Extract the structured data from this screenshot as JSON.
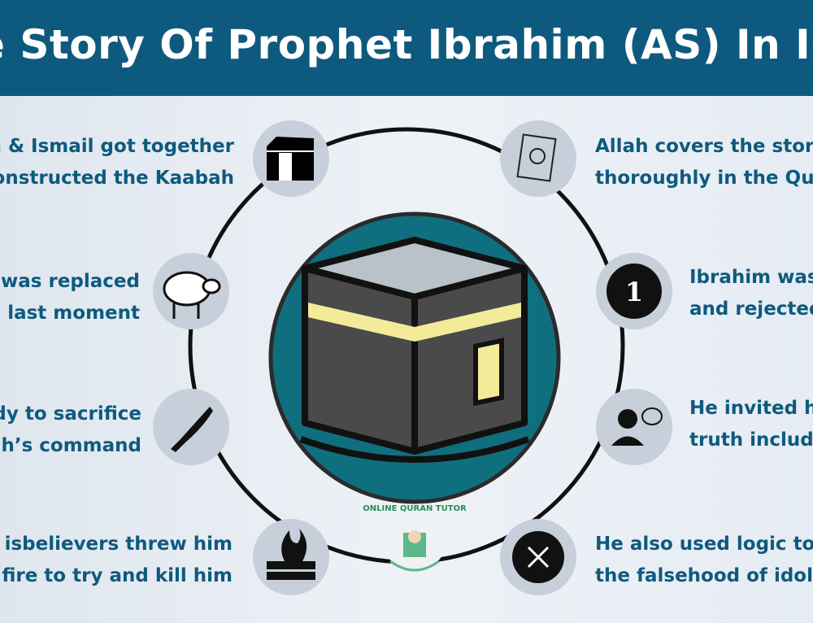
{
  "header": {
    "title": "e Story Of Prophet Ibrahim (AS) In Isl"
  },
  "colors": {
    "header": "#0e5a7e",
    "text": "#0e5a7e",
    "center_circle": "#0f6f7f",
    "kaabah_band": "#f3ea9a",
    "icon_bg": "#c6cfda"
  },
  "left_items": [
    {
      "icon": "kaabah-icon",
      "line1": "h & Ismail got together",
      "line2": "onstructed the Kaabah"
    },
    {
      "icon": "sheep-icon",
      "line1": "was replaced",
      "line2": "last moment"
    },
    {
      "icon": "knife-icon",
      "line1": "dy to sacrifice",
      "line2": "h’s command"
    },
    {
      "icon": "fire-icon",
      "line1": "isbelievers threw him",
      "line2": "fire to try and kill him"
    }
  ],
  "right_items": [
    {
      "icon": "quran-icon",
      "line1": "Allah covers the stor",
      "line2": "thoroughly in the Qu"
    },
    {
      "icon": "number-one-icon",
      "line1": "Ibrahim was",
      "line2": "and rejected"
    },
    {
      "icon": "speaking-person-icon",
      "line1": "He invited h",
      "line2": "truth includ"
    },
    {
      "icon": "cross-icon",
      "line1": "He also used logic to",
      "line2": "the falsehood of idol"
    }
  ],
  "number_badge": "1",
  "logo": {
    "text": "ONLINE QURAN TUTOR"
  }
}
